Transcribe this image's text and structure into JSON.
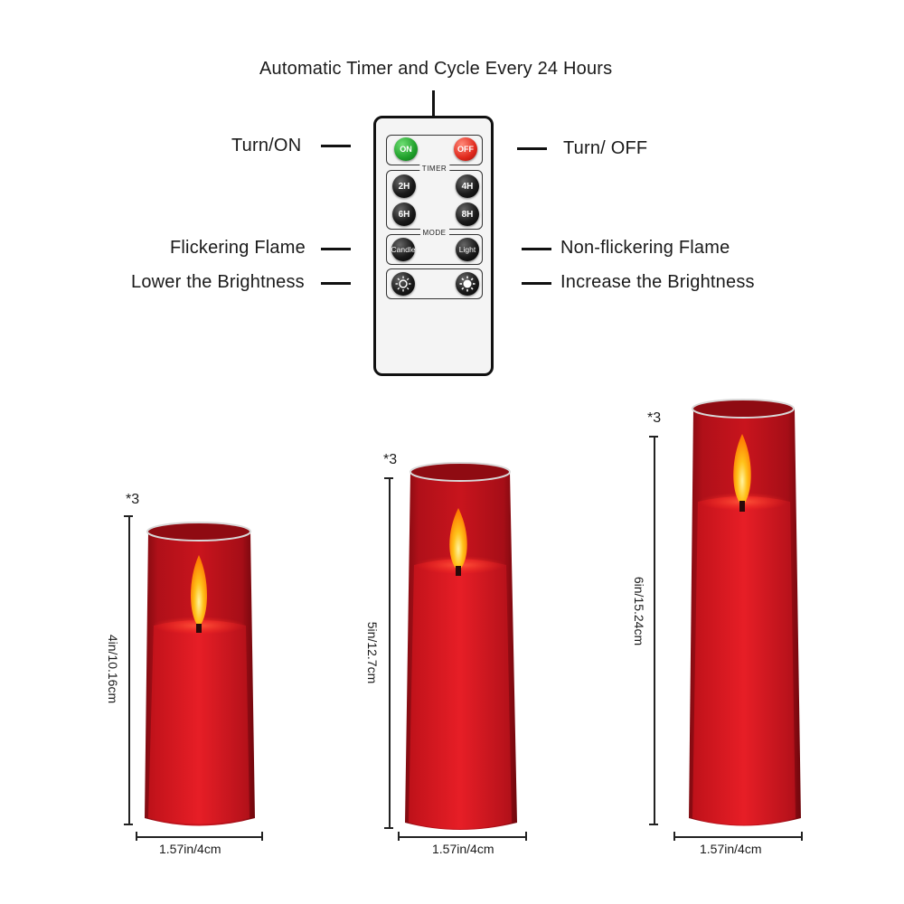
{
  "remote": {
    "header": "Automatic Timer and Cycle Every 24 Hours",
    "labels": {
      "turn_on": "Turn/ON",
      "turn_off": "Turn/ OFF",
      "flickering": "Flickering Flame",
      "non_flickering": "Non-flickering Flame",
      "lower_brightness": "Lower the Brightness",
      "increase_brightness": "Increase the Brightness"
    },
    "buttons": {
      "on": "ON",
      "off": "OFF",
      "timer_title": "TIMER",
      "t2": "2H",
      "t4": "4H",
      "t6": "6H",
      "t8": "8H",
      "mode_title": "MODE",
      "candle": "Candle",
      "light": "Light"
    }
  },
  "candles": [
    {
      "count": "*3",
      "height": "4in/10.16cm",
      "width": "1.57in/4cm"
    },
    {
      "count": "*3",
      "height": "5in/12.7cm",
      "width": "1.57in/4cm"
    },
    {
      "count": "*3",
      "height": "6in/15.24cm",
      "width": "1.57in/4cm"
    }
  ],
  "colors": {
    "candle_red": "#c0121c",
    "on_green": "#1f9f2a",
    "off_red": "#e0281c",
    "flame": "#ffb01a"
  }
}
